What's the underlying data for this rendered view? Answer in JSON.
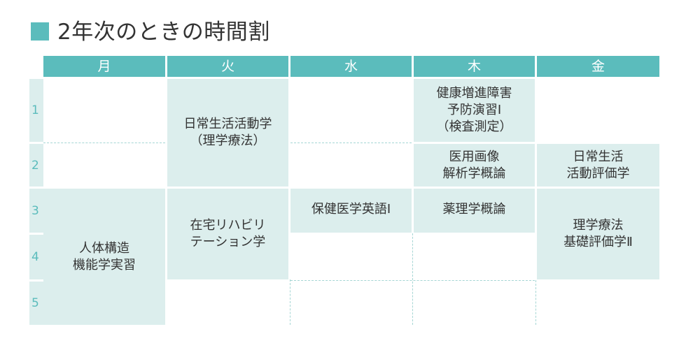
{
  "title": "2年次のときの時間割",
  "accent_color": "#5bbcbc",
  "cell_color": "#dceeed",
  "days": [
    "月",
    "火",
    "水",
    "木",
    "金"
  ],
  "periods": [
    "1",
    "2",
    "3",
    "4",
    "5"
  ],
  "classes": {
    "mon_3_5": "人体構造\n機能学実習",
    "tue_1_2": "日常生活活動学\n（理学療法）",
    "tue_3_4": "在宅リハビリ\nテーション学",
    "wed_3": "保健医学英語Ⅰ",
    "thu_1": "健康増進障害\n予防演習Ⅰ\n（検査測定）",
    "thu_2": "医用画像\n解析学概論",
    "thu_3": "薬理学概論",
    "fri_2": "日常生活\n活動評価学",
    "fri_3_4": "理学療法\n基礎評価学Ⅱ"
  }
}
